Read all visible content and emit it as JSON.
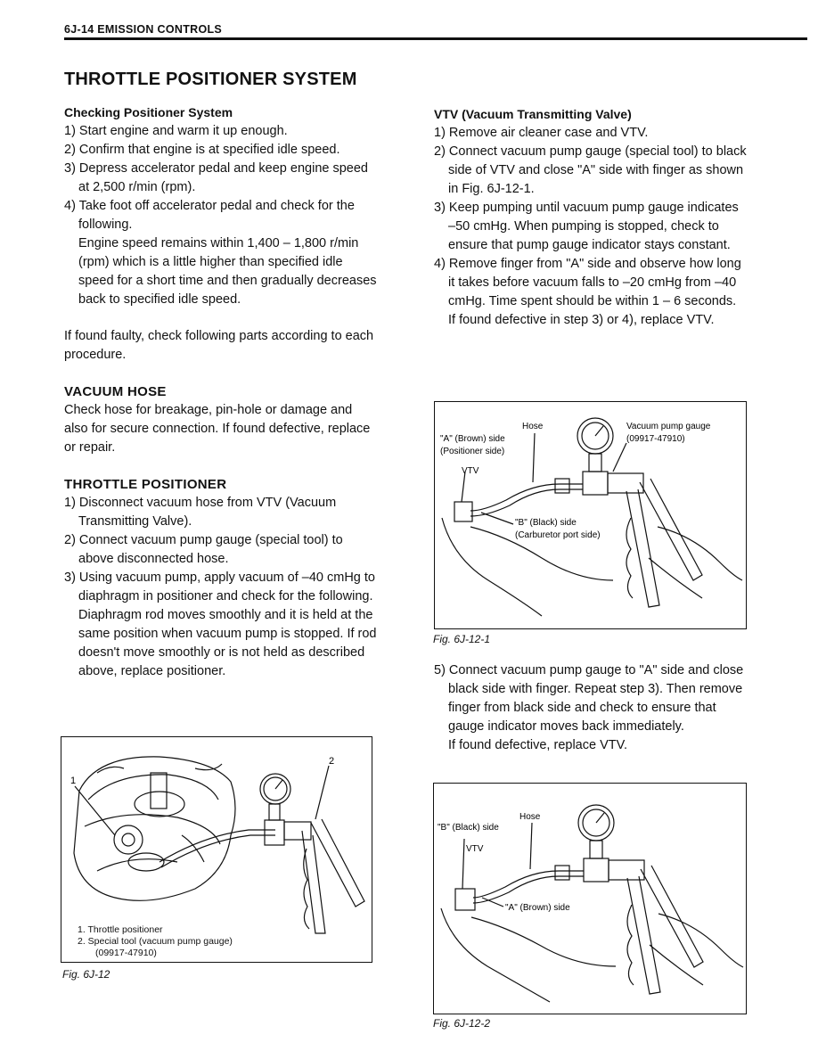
{
  "header": {
    "section": "6J-14  EMISSION CONTROLS"
  },
  "title": "THROTTLE POSITIONER SYSTEM",
  "left": {
    "checking_heading": "Checking Positioner System",
    "checking_steps": [
      "1) Start engine and warm it up enough.",
      "2) Confirm that engine is at specified idle speed.",
      "3) Depress accelerator pedal and keep engine speed at 2,500 r/min (rpm).",
      "4) Take foot off accelerator pedal and check for the following."
    ],
    "checking_note": "Engine speed remains within 1,400 – 1,800 r/min (rpm) which is a little higher than specified idle speed for a short time and then gradually decreases back to specified idle speed.",
    "faulty_text": "If found faulty, check following parts according to each procedure.",
    "vacuum_heading": "VACUUM HOSE",
    "vacuum_text": "Check hose for breakage, pin-hole or damage and also for secure connection. If found defective, replace or repair.",
    "tp_heading": "THROTTLE POSITIONER",
    "tp_steps": [
      "1) Disconnect vacuum hose from VTV (Vacuum Transmitting Valve).",
      "2) Connect vacuum pump gauge (special tool) to above disconnected hose.",
      "3) Using vacuum pump, apply vacuum of –40 cmHg to diaphragm in positioner and check for the following. Diaphragm rod moves smoothly and it is held at the same position when vacuum pump is stopped. If rod doesn't move smoothly or is not held as described above, replace positioner."
    ],
    "figure": {
      "callout_1": "1",
      "callout_2": "2",
      "legend_1": "1.  Throttle positioner",
      "legend_2": "2.  Special tool (vacuum pump gauge)",
      "legend_3": "(09917-47910)",
      "caption": "Fig. 6J-12"
    }
  },
  "right": {
    "vtv_heading": "VTV (Vacuum Transmitting Valve)",
    "vtv_steps": [
      "1) Remove air cleaner case and VTV.",
      "2) Connect vacuum pump gauge (special tool) to black side of VTV and close \"A\" side with finger as shown in Fig. 6J-12-1.",
      "3) Keep pumping until vacuum pump gauge indicates –50 cmHg. When pumping is stopped, check to ensure that pump gauge indicator stays constant.",
      "4) Remove finger from \"A\" side and observe how long it takes before vacuum falls to –20 cmHg from –40 cmHg. Time spent should be within 1 – 6 seconds."
    ],
    "vtv_note": "If found defective in step 3) or 4), replace VTV.",
    "figure1": {
      "hose": "Hose",
      "a_side_1": "\"A\" (Brown) side",
      "a_side_2": "(Positioner side)",
      "vtv": "VTV",
      "gauge_1": "Vacuum pump gauge",
      "gauge_2": "(09917-47910)",
      "b_side_1": "\"B\" (Black) side",
      "b_side_2": "(Carburetor port side)",
      "caption": "Fig. 6J-12-1"
    },
    "step5": "5) Connect vacuum pump gauge to \"A\" side and close black side with finger. Repeat step 3). Then remove finger from black side and check to ensure that gauge indicator moves back immediately.",
    "step5_note": "If found defective, replace VTV.",
    "figure2": {
      "hose": "Hose",
      "b_side": "\"B\" (Black) side",
      "vtv": "VTV",
      "a_side": "\"A\" (Brown) side",
      "caption": "Fig. 6J-12-2"
    }
  }
}
